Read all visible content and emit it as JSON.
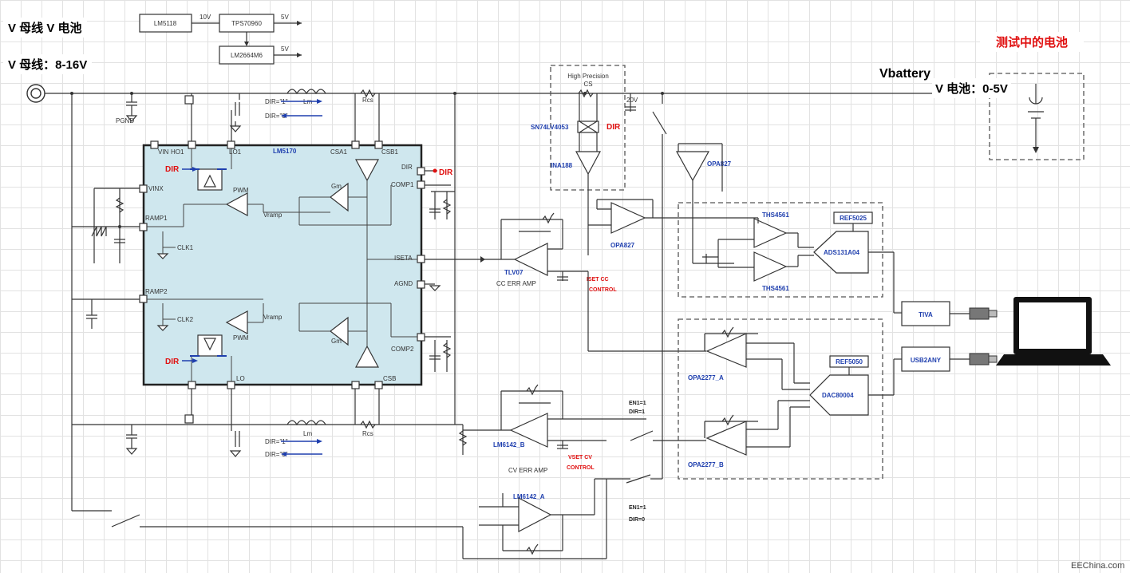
{
  "overlays": {
    "vbus_vbatt": "V 母线 V 电池",
    "vbus_range": "V 母线：8-16V",
    "battery_under_test": "测试中的电池",
    "vbatt_range": "V 电池：0-5V",
    "vbattery": "Vbattery"
  },
  "supply": {
    "lm5118": "LM5118",
    "tps": "TPS70960",
    "lm2664": "LM2664M6",
    "v10": "10V",
    "v5a": "5V",
    "v5b": "5V"
  },
  "controller": {
    "name": "LM5170",
    "pins": {
      "vin": "VIN",
      "ho1": "HO1",
      "lo1": "LO1",
      "csa1": "CSA1",
      "csb1": "CSB1",
      "dir": "DIR",
      "comp1": "COMP1",
      "vinx": "VINX",
      "ramp1": "RAMP1",
      "iseta": "ISETA",
      "agnd": "AGND",
      "ramp2": "RAMP2",
      "comp2": "COMP2",
      "lo": "LO",
      "csb": "CSB"
    },
    "pwm1": "PWM",
    "pwm2": "PWM",
    "clk1": "CLK1",
    "clk2": "CLK2",
    "gm1": "Gm",
    "gm2": "Gm",
    "vramp1": "Vramp",
    "vramp2": "Vramp"
  },
  "labels": {
    "pgnd": "PGND",
    "lm1": "Lm",
    "lm2": "Lm",
    "rcs1": "Rcs",
    "rcs2": "Rcs",
    "dir1_1": "DIR=\"1\"",
    "dir1_0": "DIR=\"0\"",
    "dir2_1": "DIR=\"1\"",
    "dir2_0": "DIR=\"0\"",
    "dir_a": "DIR",
    "dir_b": "DIR",
    "dir_c": "DIR",
    "dir_d": "DIR",
    "high_precision": "High Precision",
    "cs": "CS",
    "sn74": "SN74LV4053",
    "ina188": "INA188",
    "opa827_a": "OPA827",
    "opa827_b": "OPA827",
    "tlv07": "TLV07",
    "cc_err_amp": "CC ERR AMP",
    "iset_cc": "ISET CC",
    "control1": "CONTROL",
    "ths4561_a": "THS4561",
    "ths4561_b": "THS4561",
    "ref5025": "REF5025",
    "ads": "ADS131A04",
    "tiva": "TIVA",
    "usb2any": "USB2ANY",
    "ref5050": "REF5050",
    "dac": "DAC80004",
    "opa2277_a": "OPA2277_A",
    "opa2277_b": "OPA2277_B",
    "lm6142_b": "LM6142_B",
    "lm6142_a": "LM6142_A",
    "cv_err_amp": "CV ERR AMP",
    "vset_cv": "VSET CV",
    "control2": "CONTROL",
    "en1_a": "EN1=1",
    "dir1_a": "DIR=1",
    "en1_b": "EN1=1",
    "dir0_b": "DIR=0",
    "twenty_v": "20V",
    "watermark": "EEChina.com"
  },
  "colors": {
    "controller_fill": "#cfe7ee",
    "accent_red": "#e01010",
    "accent_blue": "#1f3fae"
  }
}
